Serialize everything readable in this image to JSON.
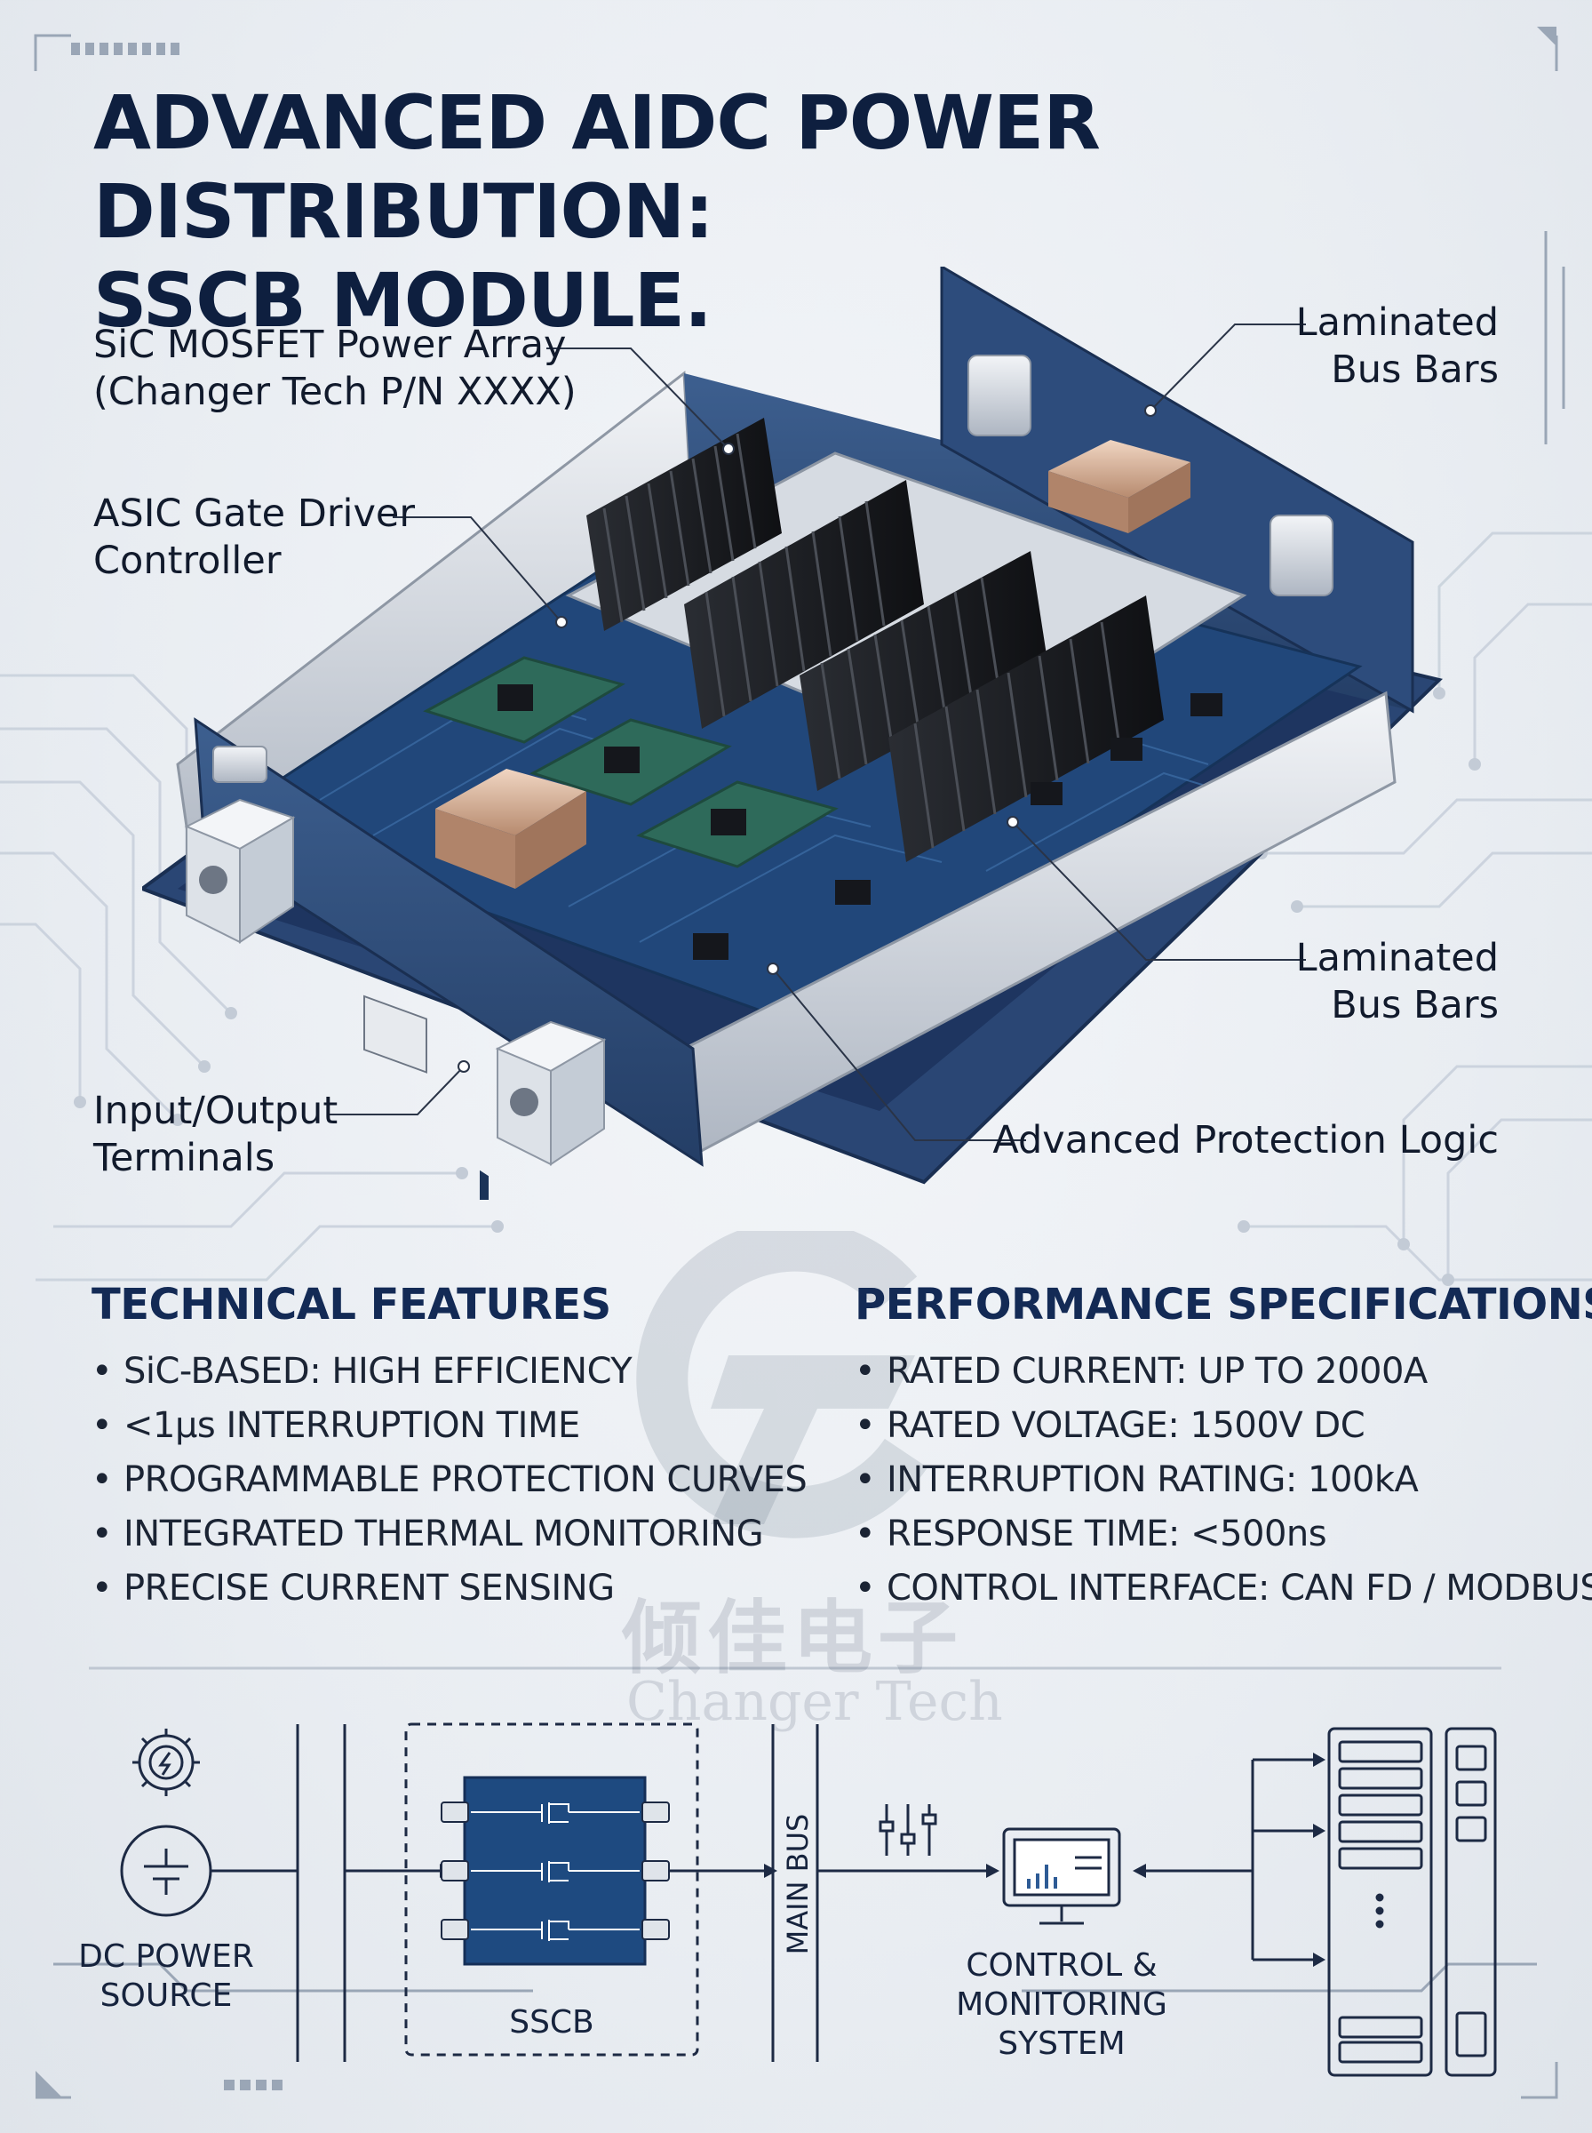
{
  "title": {
    "line1": "ADVANCED AIDC POWER DISTRIBUTION:",
    "line2": "SSCB MODULE."
  },
  "callouts": {
    "sic_array": [
      "SiC MOSFET Power Array",
      "(Changer Tech P/N XXXX)"
    ],
    "asic": [
      "ASIC Gate Driver",
      "Controller"
    ],
    "io_terminals": [
      "Input/Output",
      "Terminals"
    ],
    "bus_bars_top": [
      "Laminated",
      "Bus Bars"
    ],
    "bus_bars_mid": [
      "Laminated",
      "Bus Bars"
    ],
    "protection": "Advanced Protection Logic"
  },
  "features": {
    "heading": "TECHNICAL FEATURES",
    "items": [
      "SiC-BASED: HIGH EFFICIENCY",
      "<1μs INTERRUPTION TIME",
      "PROGRAMMABLE PROTECTION CURVES",
      "INTEGRATED THERMAL MONITORING",
      "PRECISE CURRENT SENSING"
    ]
  },
  "specs": {
    "heading": "PERFORMANCE SPECIFICATIONS",
    "items": [
      "RATED CURRENT: UP TO 2000A",
      "RATED VOLTAGE: 1500V DC",
      "INTERRUPTION RATING: 100kA",
      "RESPONSE TIME: <500ns",
      "CONTROL INTERFACE: CAN FD / MODBUS"
    ]
  },
  "watermark": {
    "cn": "倾佳电子",
    "en": "Changer Tech"
  },
  "diagram": {
    "dc_source": [
      "DC POWER",
      "SOURCE"
    ],
    "sscb": "SSCB",
    "main_bus": "MAIN BUS",
    "control": [
      "CONTROL &",
      "MONITORING",
      "SYSTEM"
    ],
    "icons": [
      "gear-bolt-icon",
      "dc-symbol-icon",
      "mosfet-icon",
      "sliders-icon",
      "monitor-icon",
      "server-rack-icon"
    ]
  },
  "colors": {
    "navy": "#0e1f3f",
    "module_blue": "#2f4d7a",
    "pcb": "#1f3d6b",
    "heatsink": "#1b1d22",
    "copper": "#d9b59d",
    "line": "#2a3447"
  }
}
